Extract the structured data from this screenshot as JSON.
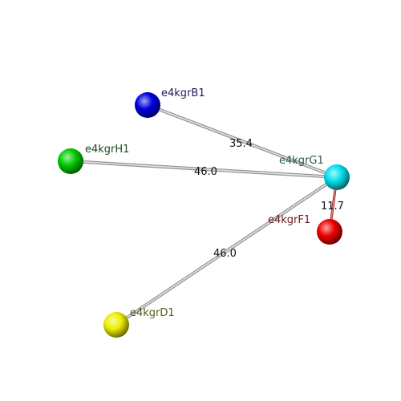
{
  "nodes": [
    {
      "id": "B1",
      "label": "e4kgrB1",
      "color": "#0000e0",
      "label_color": "#1a1a5a"
    },
    {
      "id": "H1",
      "label": "e4kgrH1",
      "color": "#00cc00",
      "label_color": "#1a4a1a"
    },
    {
      "id": "G1",
      "label": "e4kgrG1",
      "color": "#00e0ee",
      "label_color": "#2a5a5a"
    },
    {
      "id": "F1",
      "label": "e4kgrF1",
      "color": "#ee0000",
      "label_color": "#6a1a1a"
    },
    {
      "id": "D1",
      "label": "e4kgrD1",
      "color": "#eeee00",
      "label_color": "#5a5a1a"
    }
  ],
  "edges": [
    {
      "from": "B1",
      "to": "G1",
      "label": "35.4",
      "color": "#c8c8c8"
    },
    {
      "from": "H1",
      "to": "G1",
      "label": "46.0",
      "color": "#c8c8c8"
    },
    {
      "from": "D1",
      "to": "G1",
      "label": "46.0",
      "color": "#c8c8c8"
    },
    {
      "from": "F1",
      "to": "G1",
      "label": "11.7",
      "color": "#cc1111"
    }
  ]
}
